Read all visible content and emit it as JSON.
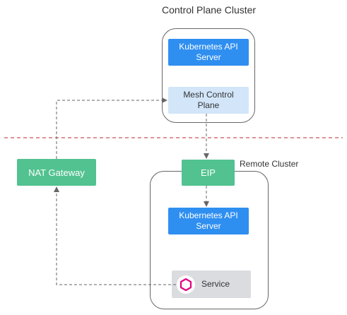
{
  "diagram": {
    "control_plane_cluster": {
      "title": "Control Plane Cluster",
      "kubernetes_api_server": "Kubernetes API\nServer",
      "mesh_control_plane": "Mesh Control\nPlane"
    },
    "remote_cluster": {
      "title": "Remote Cluster",
      "eip": "EIP",
      "kubernetes_api_server": "Kubernetes API\nServer",
      "service": "Service",
      "service_icon": "hexagon-icon"
    },
    "nat_gateway": "NAT Gateway",
    "colors": {
      "kubernetes": "#2f8ff0",
      "mesh_control_plane": "#d2e5f9",
      "gateway": "#52c290",
      "service_box": "#dadce0",
      "service_icon": "#e4007f",
      "divider": "#c0282d"
    }
  }
}
